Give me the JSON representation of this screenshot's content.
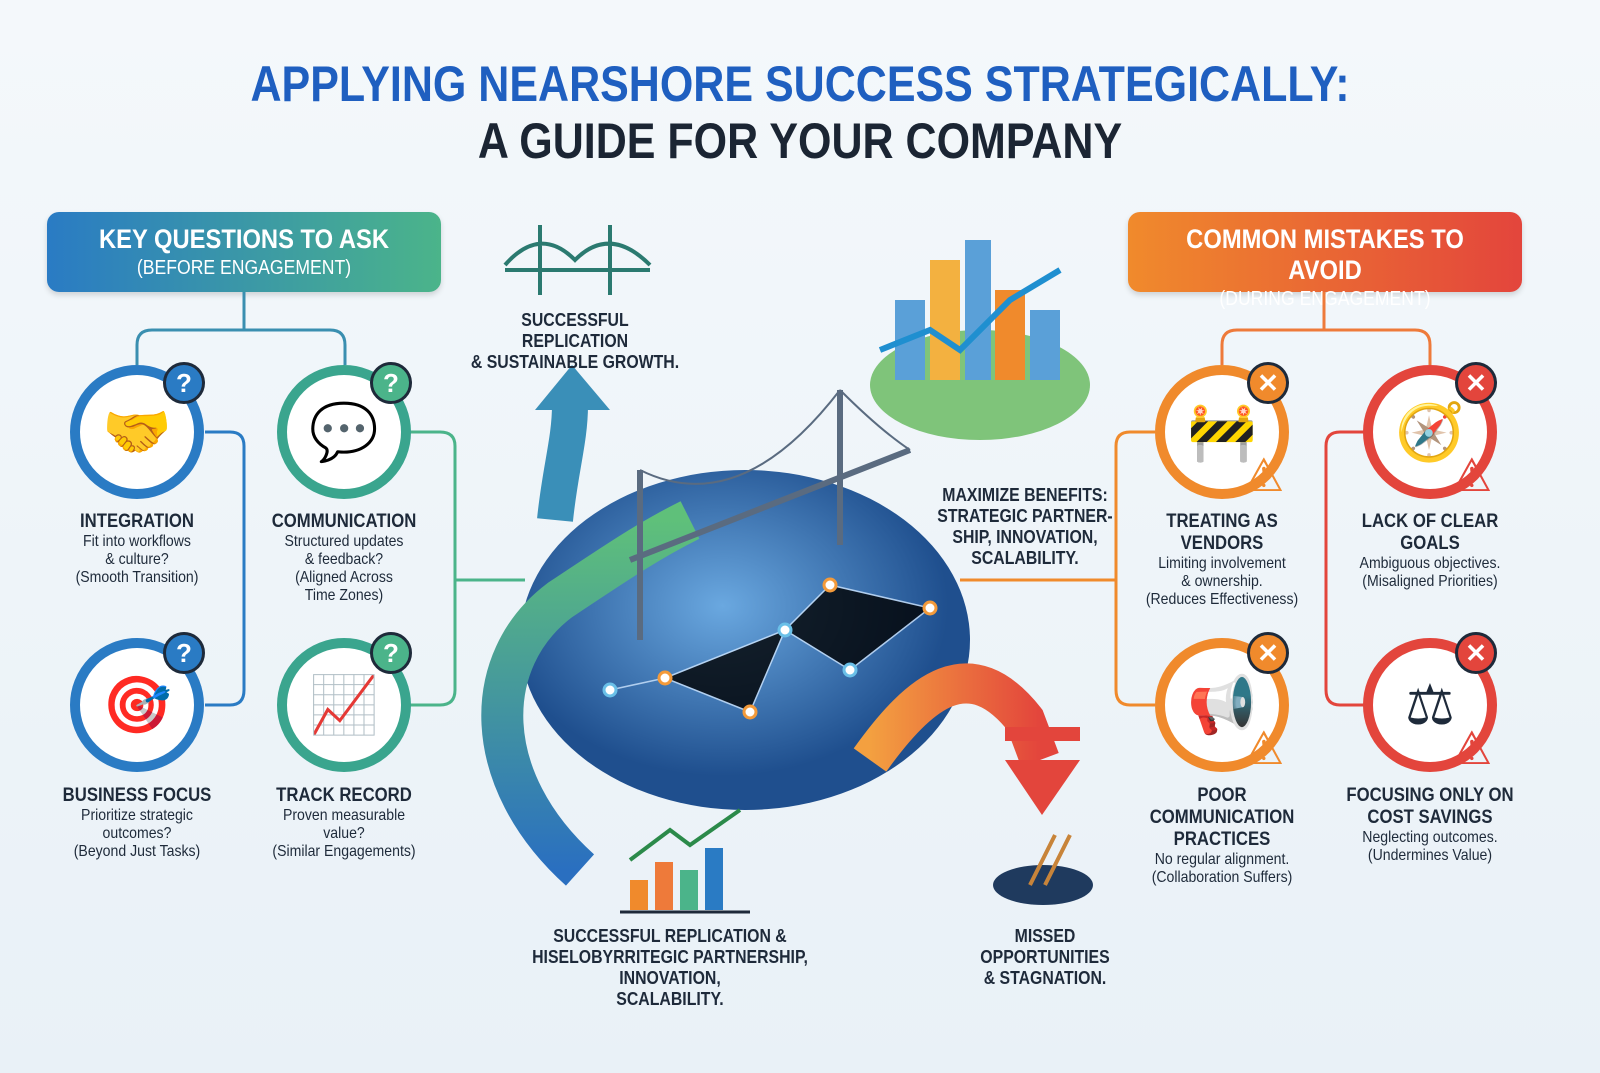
{
  "title": {
    "line1": "APPLYING NEARSHORE SUCCESS STRATEGICALLY:",
    "line2": "A GUIDE FOR YOUR COMPANY"
  },
  "left_header": {
    "title": "KEY QUESTIONS TO ASK",
    "subtitle": "(BEFORE ENGAGEMENT)"
  },
  "right_header": {
    "title": "COMMON MISTAKES TO AVOID",
    "subtitle": "(DURING ENGAGEMENT)"
  },
  "questions": [
    {
      "title": "INTEGRATION",
      "desc": "Fit into workflows\n& culture?\n(Smooth Transition)",
      "icon": "handshake-gear-icon",
      "badge": "?"
    },
    {
      "title": "COMMUNICATION",
      "desc": "Structured updates\n& feedback?\n(Aligned Across\nTime Zones)",
      "icon": "chat-clock-icon",
      "badge": "?"
    },
    {
      "title": "BUSINESS FOCUS",
      "desc": "Prioritize strategic\noutcomes?\n(Beyond Just Tasks)",
      "icon": "target-icon",
      "badge": "?"
    },
    {
      "title": "TRACK RECORD",
      "desc": "Proven measurable\nvalue?\n(Similar Engagements)",
      "icon": "chart-check-icon",
      "badge": "?"
    }
  ],
  "mistakes": [
    {
      "title": "TREATING AS VENDORS",
      "desc": "Limiting involvement\n& ownership.\n(Reduces Effectiveness)",
      "icon": "barrier-icon",
      "badge": "✕"
    },
    {
      "title": "LACK OF CLEAR GOALS",
      "desc": "Ambiguous objectives.\n(Misaligned Priorities)",
      "icon": "compass-icon",
      "badge": "✕"
    },
    {
      "title": "POOR COMMUNICATION\nPRACTICES",
      "desc": "No regular alignment.\n(Collaboration Suffers)",
      "icon": "megaphone-icon",
      "badge": "✕"
    },
    {
      "title": "FOCUSING ONLY ON\nCOST SAVINGS",
      "desc": "Neglecting outcomes.\n(Undermines Value)",
      "icon": "scale-dollar-icon",
      "badge": "✕"
    }
  ],
  "center": {
    "top": "SUCCESSFUL REPLICATION\n& SUSTAINABLE GROWTH.",
    "maximize": "MAXIMIZE BENEFITS:\nSTRATEGIC PARTNER-\nSHIP, INNOVATION,\nSCALABILITY.",
    "bottom": "SUCCESSFUL REPLICATION &\nHISELOBYRRITEGIC PARTNERSHIP, INNOVATION,\nSCALABILITY.",
    "missed": "MISSED\nOPPORTUNITIES\n& STAGNATION."
  },
  "colors": {
    "blue": "#1f5fc0",
    "green": "#4bb48a",
    "orange": "#f08a2c",
    "red": "#e3453c"
  }
}
